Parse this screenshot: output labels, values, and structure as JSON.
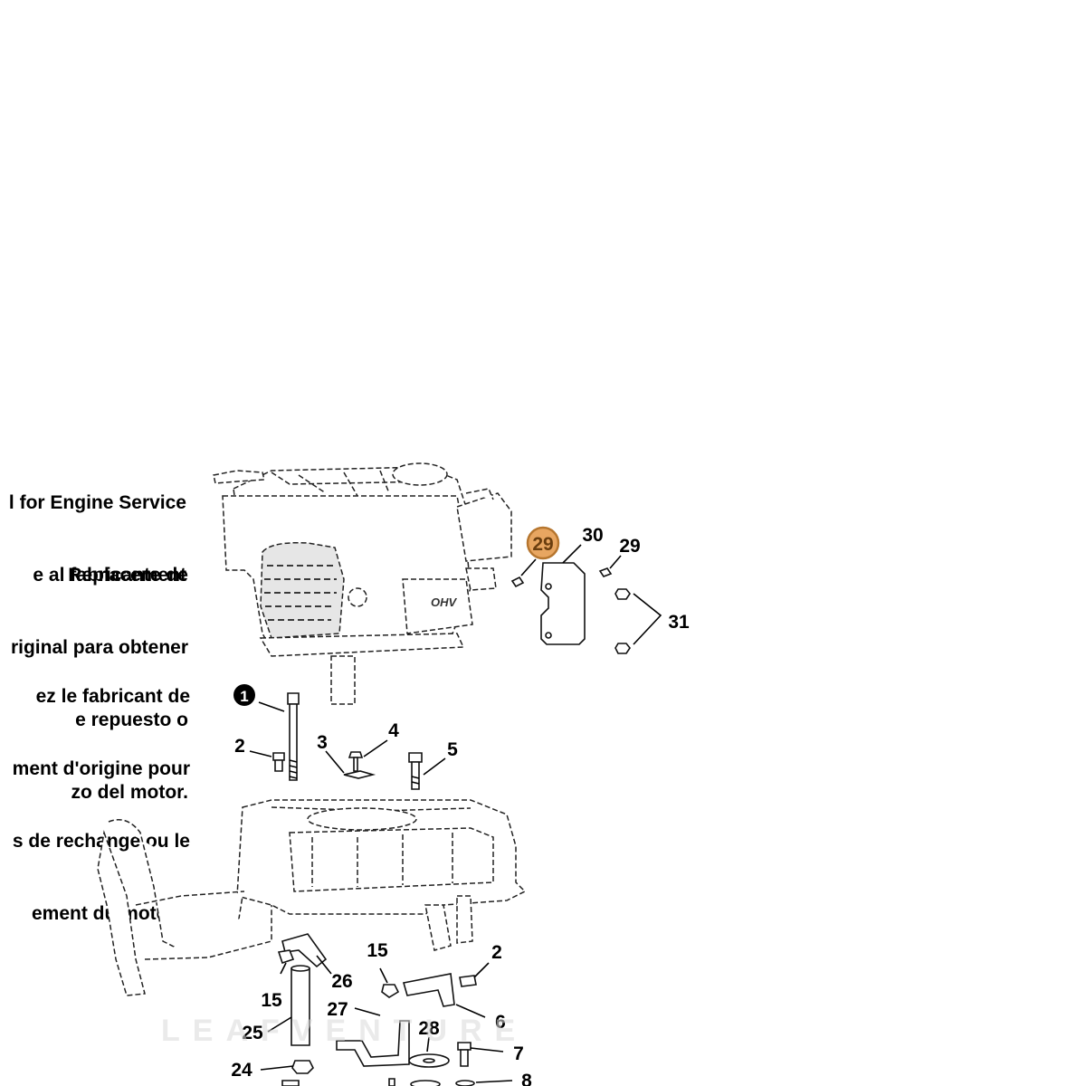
{
  "notes": {
    "english": [
      "l for Engine Service",
      "Replacement"
    ],
    "spanish": [
      "e al fabricante de",
      "riginal para obtener",
      "e repuesto o",
      "zo del motor."
    ],
    "french": [
      "ez le fabricant de",
      "ment d'origine pour",
      "s de rechange ou le",
      "ement du moteur."
    ]
  },
  "engine_mark": "OHV",
  "watermark": "LEAFVENTURE",
  "highlighted_callout": "29",
  "callout_1": "1",
  "callouts": [
    "30",
    "29",
    "31",
    "2",
    "3",
    "4",
    "5",
    "15",
    "26",
    "2",
    "15",
    "27",
    "6",
    "25",
    "28",
    "7",
    "24",
    "8"
  ]
}
